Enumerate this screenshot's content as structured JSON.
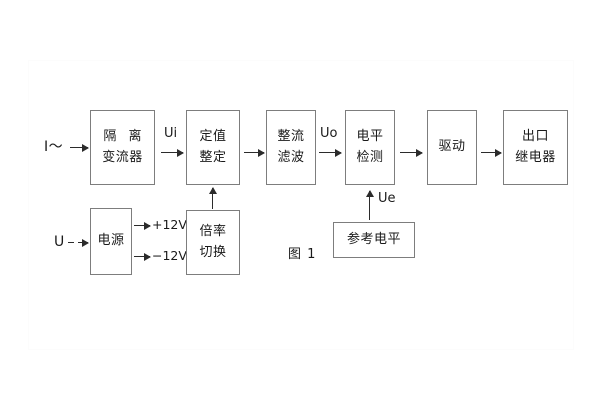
{
  "diagram": {
    "caption": "图 1",
    "blocks": [
      {
        "id": "isolation-ct",
        "line1": "隔 离",
        "line2": "变流器"
      },
      {
        "id": "setting-value",
        "line1": "定值",
        "line2": "整定"
      },
      {
        "id": "rectify-filter",
        "line1": "整流",
        "line2": "滤波"
      },
      {
        "id": "level-detect",
        "line1": "电平",
        "line2": "检测"
      },
      {
        "id": "drive",
        "line1": "驱动",
        "line2": ""
      },
      {
        "id": "output-relay",
        "line1": "出口",
        "line2": "继电器"
      },
      {
        "id": "power-supply",
        "line1": "电源",
        "line2": ""
      },
      {
        "id": "multiplier-switch",
        "line1": "倍率",
        "line2": "切换"
      },
      {
        "id": "reference-level",
        "line1": "参考电平",
        "line2": ""
      }
    ],
    "signals": {
      "current_input": "I～",
      "voltage_input": "U",
      "ui": "Ui",
      "uo": "Uo",
      "ue": "Ue",
      "rail_positive": "+12V",
      "rail_negative": "−12V"
    },
    "colors": {
      "block_border": "#7d7d7d",
      "arrow": "#2b2b2b",
      "text": "#1a1a1a",
      "background": "#ffffff"
    }
  }
}
